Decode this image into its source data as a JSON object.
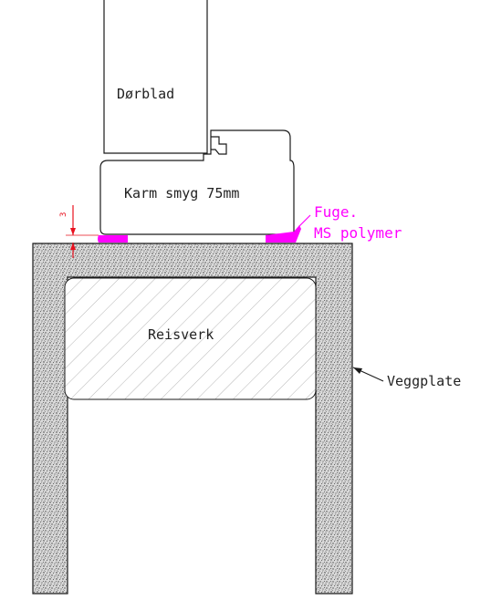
{
  "labels": {
    "door_leaf": "Dørblad",
    "frame": "Karm smyg 75mm",
    "sealant_line1": "Fuge.",
    "sealant_line2": "MS polymer",
    "stud": "Reisverk",
    "wall_board": "Veggplate",
    "gap_dimension": "3"
  },
  "colors": {
    "sealant": "#ff00ff",
    "dimension": "#e8101e",
    "line": "#1a1a1a",
    "hatch": "#bdbdbd",
    "speckle": "#555555"
  }
}
